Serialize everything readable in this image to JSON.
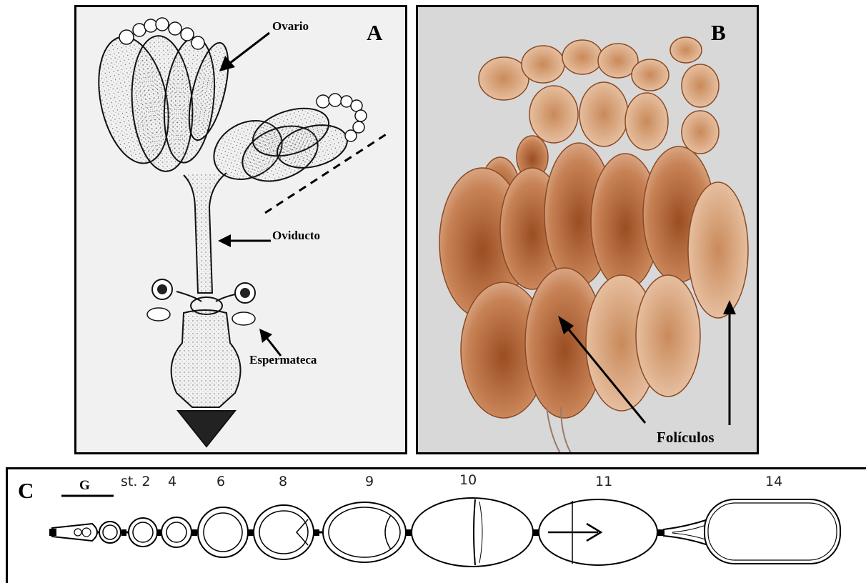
{
  "panel_a": {
    "letter": "A",
    "labels": {
      "ovario": "Ovario",
      "oviducto": "Oviducto",
      "espermateca": "Espermateca"
    }
  },
  "panel_b": {
    "letter": "B",
    "labels": {
      "foliculos": "Folículos"
    }
  },
  "panel_c": {
    "letter": "C",
    "germarium_label": "G",
    "stages": [
      "st. 2",
      "4",
      "6",
      "8",
      "9",
      "10",
      "11",
      "14"
    ]
  },
  "colors": {
    "panel_a_bg": "#f1f1f1",
    "panel_b_bg": "#d8d8d8",
    "follicle_fill": "#c98a5a",
    "follicle_edge": "#8a4a24"
  }
}
